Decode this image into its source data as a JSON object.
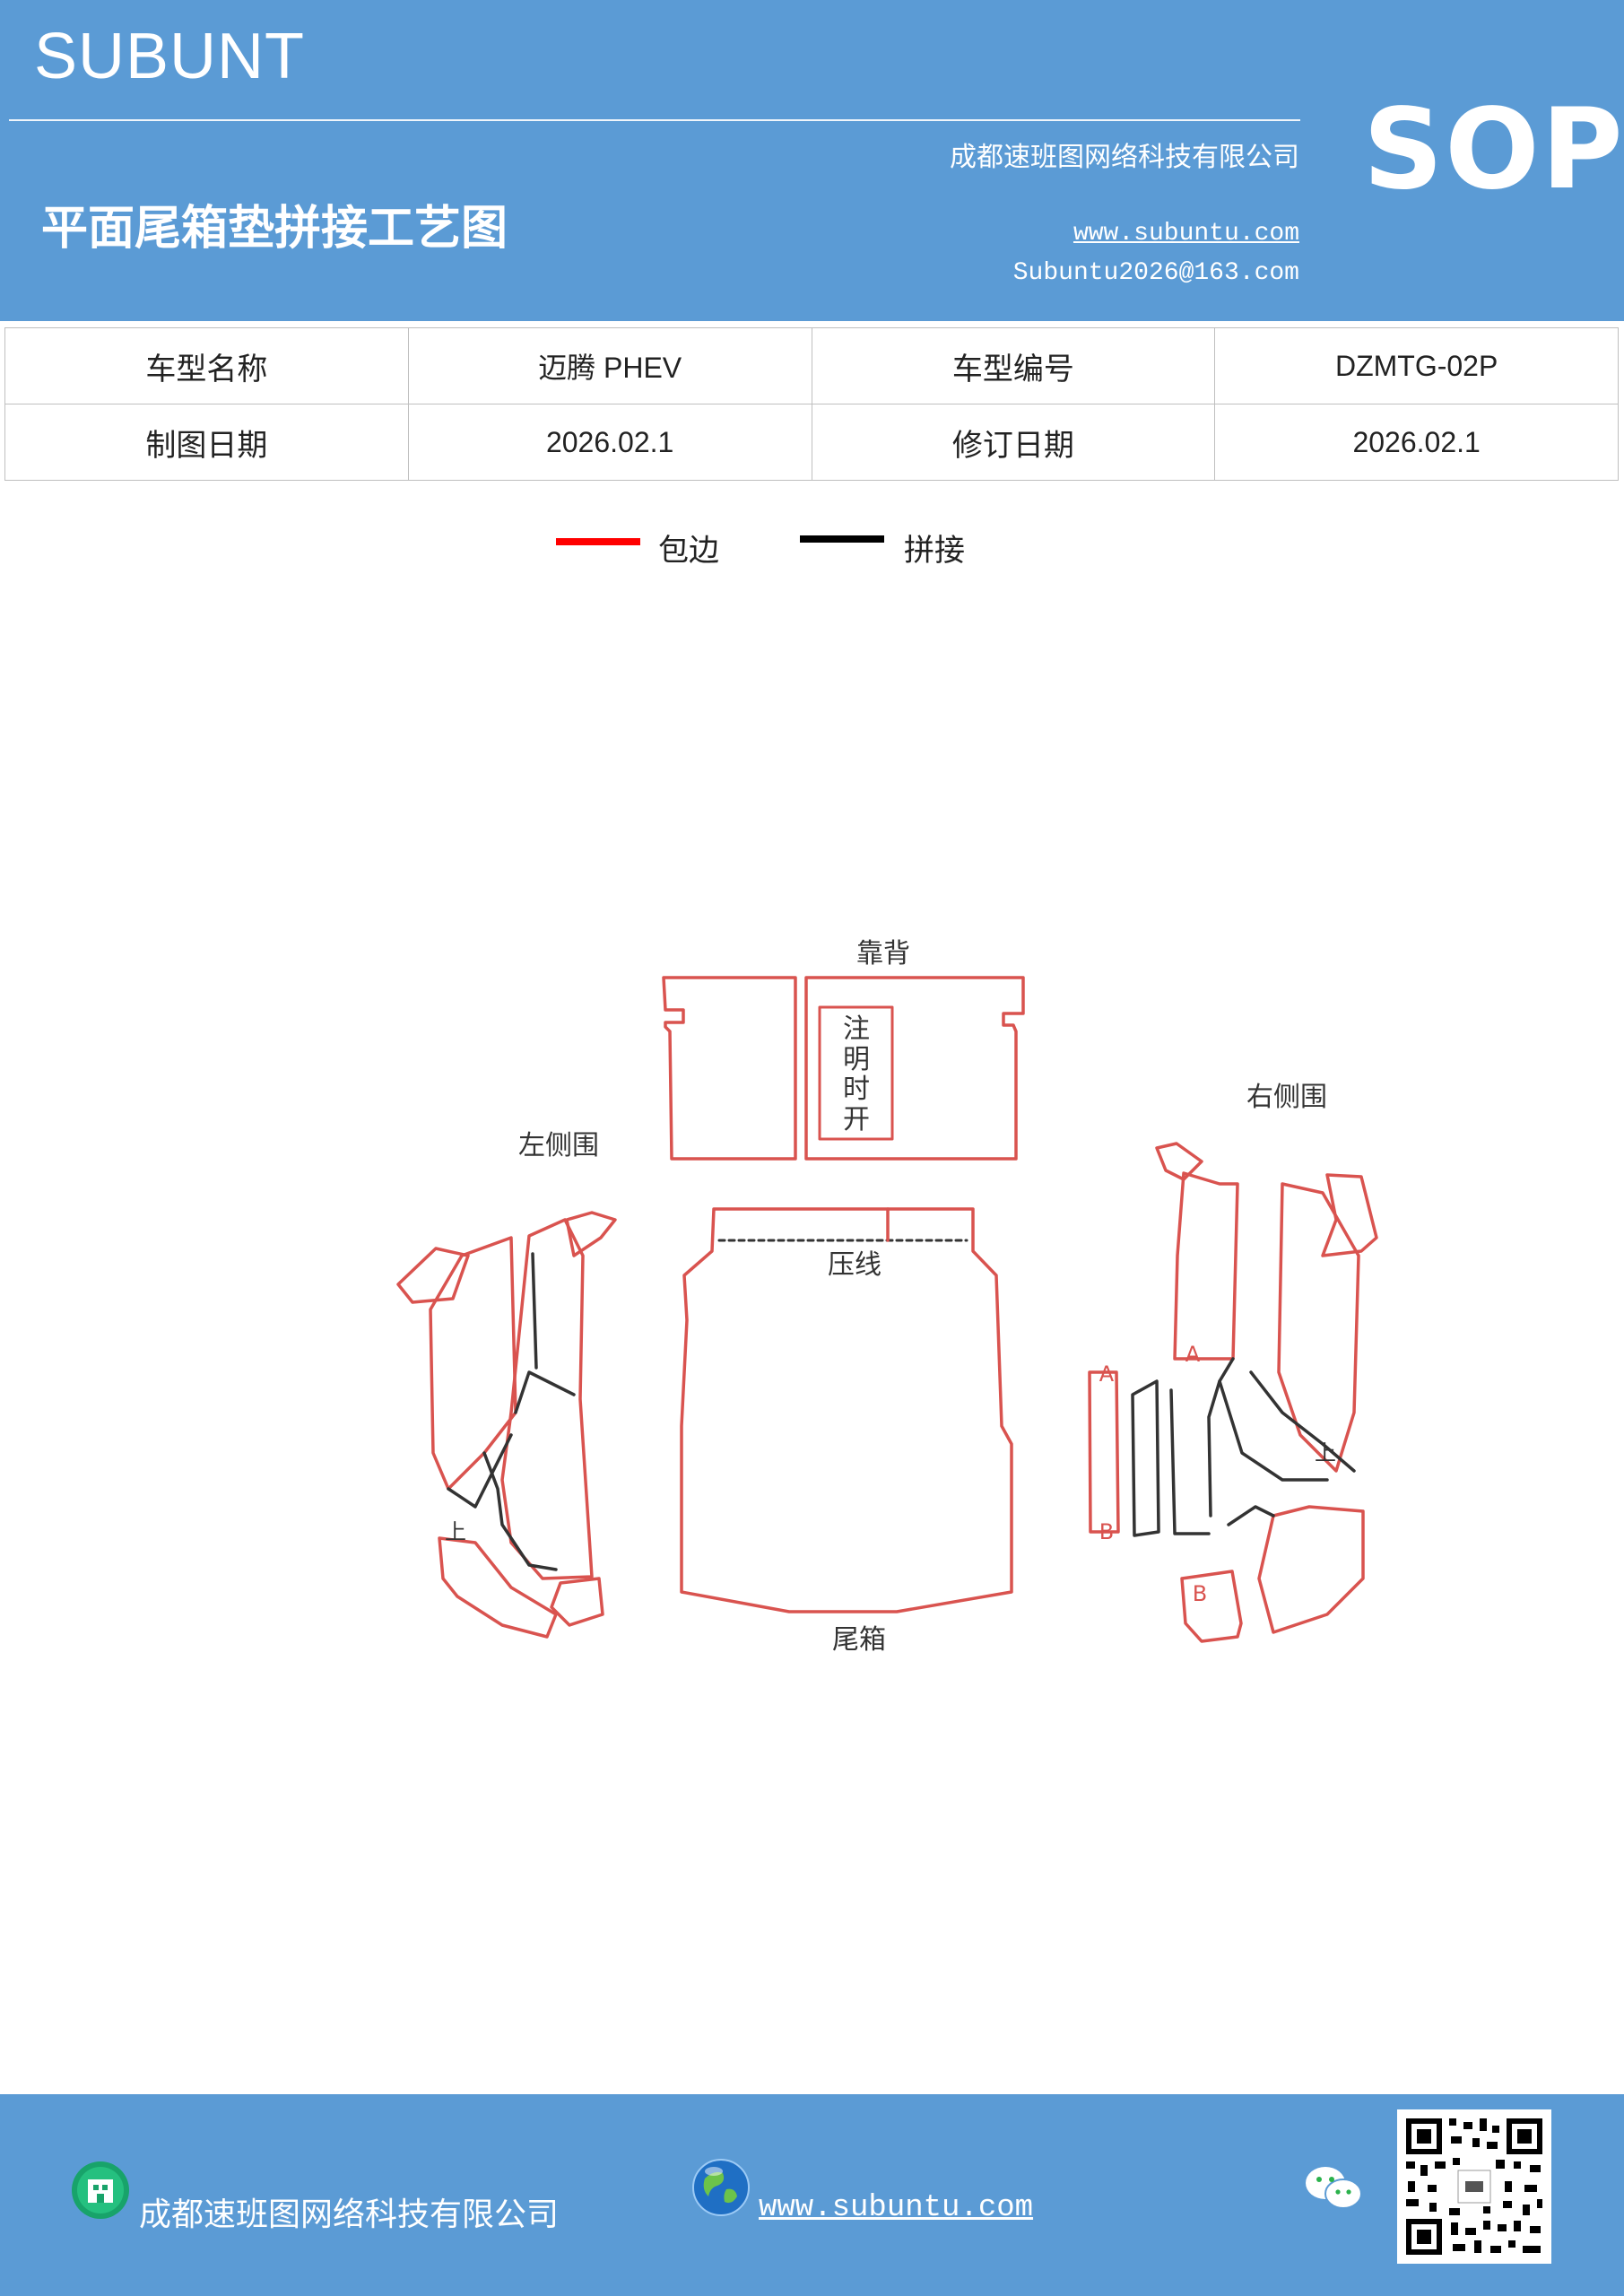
{
  "header": {
    "brand": "SUBUNT",
    "company": "成都速班图网络科技有限公司",
    "title": "平面尾箱垫拼接工艺图",
    "website": "www.subuntu.com",
    "email": "Subuntu2026@163.com",
    "badge": "SOP"
  },
  "info_table": {
    "rows": [
      [
        "车型名称",
        "迈腾  PHEV",
        "车型编号",
        "DZMTG-02P"
      ],
      [
        "制图日期",
        "2026.02.1",
        "修订日期",
        "2026.02.1"
      ]
    ]
  },
  "legend": {
    "items": [
      {
        "label": "包边",
        "color": "#ff0000"
      },
      {
        "label": "拼接",
        "color": "#000000"
      }
    ]
  },
  "diagram": {
    "labels": {
      "backrest": "靠背",
      "note": [
        "注",
        "明",
        "时",
        "开"
      ],
      "left_side": "左侧围",
      "right_side": "右侧围",
      "crease": "压线",
      "trunk": "尾箱",
      "up_mark": "上",
      "mark_a": "A",
      "mark_b": "B"
    },
    "colors": {
      "edge": "#d9534f",
      "seam": "#333333"
    }
  },
  "footer": {
    "company": "成都速班图网络科技有限公司",
    "website": "www.subuntu.com"
  }
}
